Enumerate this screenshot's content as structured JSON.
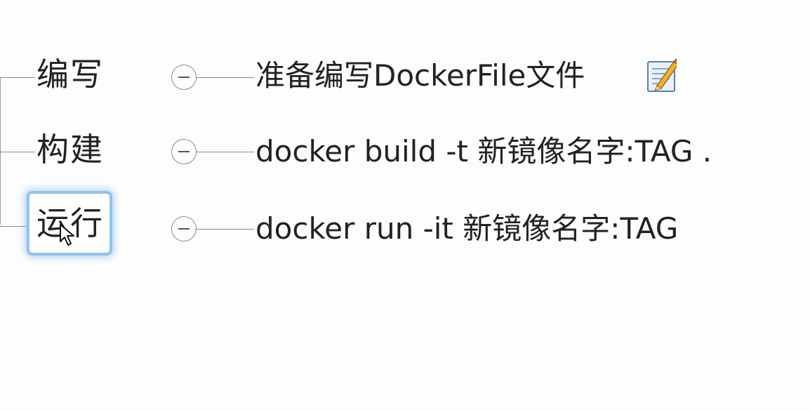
{
  "mindmap": {
    "branches": [
      {
        "label": "编写",
        "child": "准备编写DockerFile文件",
        "has_note": true,
        "selected": false
      },
      {
        "label": "构建",
        "child": "docker build -t 新镜像名字:TAG .",
        "has_note": false,
        "selected": false
      },
      {
        "label": "运行",
        "child": "docker run -it 新镜像名字:TAG",
        "has_note": false,
        "selected": true
      }
    ],
    "icons": {
      "collapse": "minus-circle-icon",
      "note": "note-pencil-icon",
      "cursor": "mouse-pointer-icon"
    },
    "colors": {
      "selection_border": "#8ec3ef",
      "line": "#8a8a8a",
      "text": "#222222"
    }
  }
}
